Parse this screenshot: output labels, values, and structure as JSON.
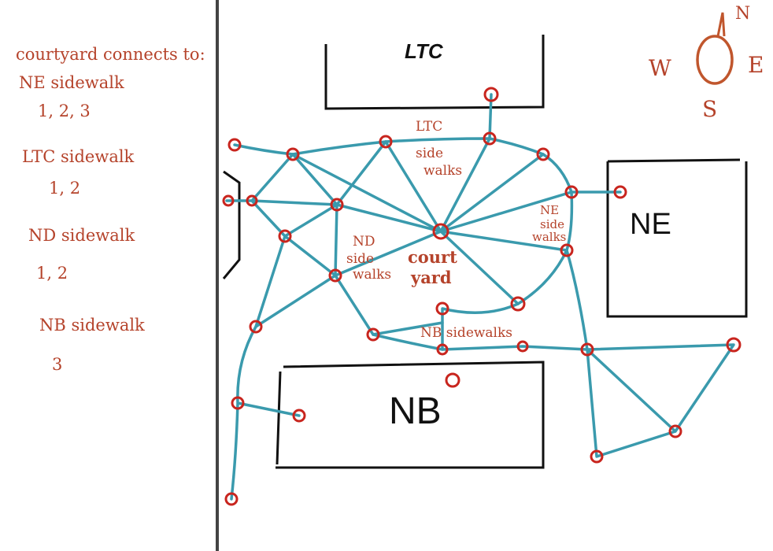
{
  "notes": {
    "heading": "courtyard connects to:",
    "items": [
      {
        "label": "NE sidewalk",
        "values": "1, 2, 3"
      },
      {
        "label": "LTC sidewalk",
        "values": "1, 2"
      },
      {
        "label": "ND sidewalk",
        "values": "1, 2"
      },
      {
        "label": "NB sidewalk",
        "values": "3"
      }
    ]
  },
  "compass": {
    "n": "N",
    "e": "E",
    "s": "S",
    "w": "W"
  },
  "buildings": {
    "ltc": "LTC",
    "ne": "NE",
    "nb": "NB"
  },
  "labels": {
    "ltc_sidewalks": [
      "LTC",
      "side",
      "walks"
    ],
    "ne_sidewalks": [
      "NE",
      "side",
      "walks"
    ],
    "nd_sidewalks": [
      "ND",
      "side",
      "walks"
    ],
    "courtyard": [
      "court",
      "yard"
    ],
    "nb_sidewalks": "NB sidewalks"
  },
  "colors": {
    "path": "#3a9aad",
    "node": "#c8251e",
    "ink": "#b5432b",
    "outline": "#111111"
  }
}
